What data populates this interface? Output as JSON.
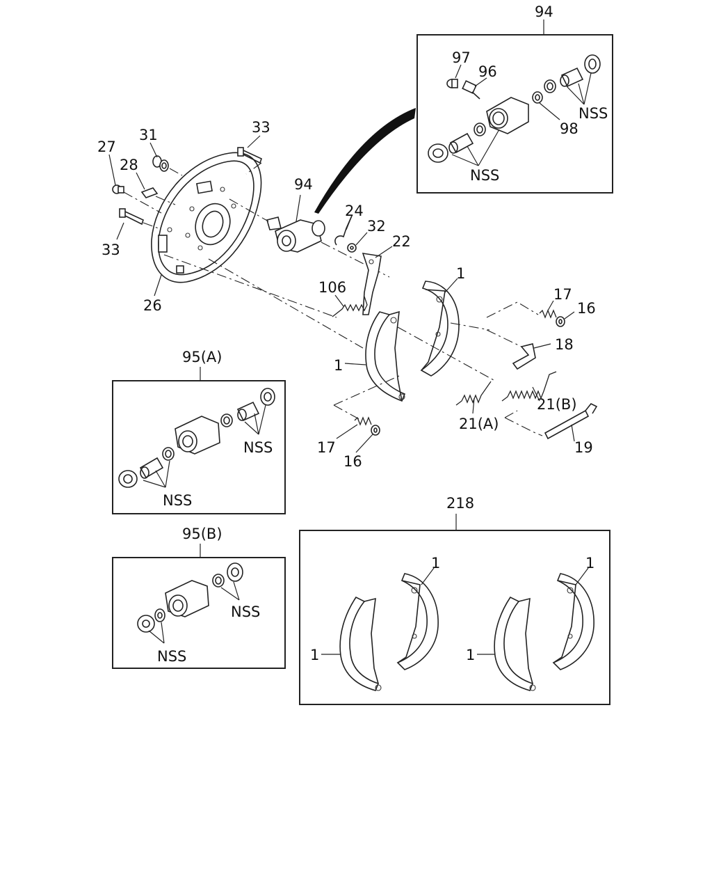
{
  "labels": {
    "l94_top": "94",
    "l97": "97",
    "l96": "96",
    "l98": "98",
    "nss_94a": "NSS",
    "nss_94b": "NSS",
    "l31": "31",
    "l33_top": "33",
    "l27": "27",
    "l28": "28",
    "l33_bottom": "33",
    "l26": "26",
    "l94_cyl": "94",
    "l24": "24",
    "l32": "32",
    "l22": "22",
    "l1_shoe_right": "1",
    "l106": "106",
    "l17_right": "17",
    "l16_right": "16",
    "l18": "18",
    "l1_shoe_left": "1",
    "l21b": "21(B)",
    "l21a": "21(A)",
    "l19": "19",
    "l17_bottom": "17",
    "l16_bottom": "16",
    "l95a": "95(A)",
    "nss_95a_right": "NSS",
    "nss_95a_bottom": "NSS",
    "l95b": "95(B)",
    "nss_95b_right": "NSS",
    "nss_95b_bottom": "NSS",
    "l218": "218",
    "l1_kit_a": "1",
    "l1_kit_b": "1",
    "l1_kit_c": "1",
    "l1_kit_d": "1"
  }
}
